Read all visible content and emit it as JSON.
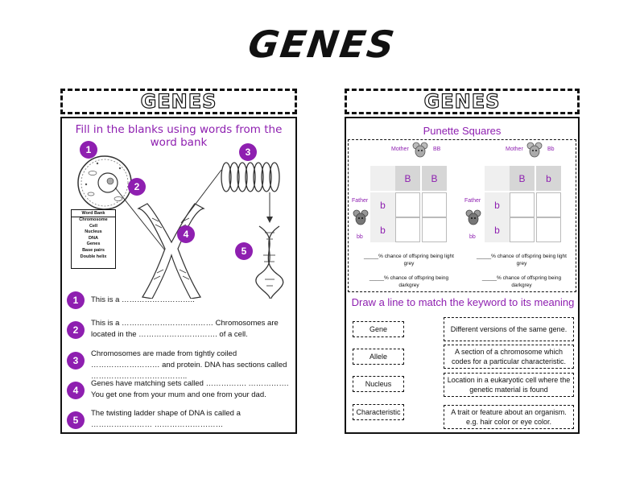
{
  "title": "GENES",
  "left_sheet": {
    "banner": "GENES",
    "instruction": "Fill in the blanks using words from the word bank",
    "markers": [
      "1",
      "2",
      "3",
      "4",
      "5"
    ],
    "word_bank": {
      "title": "Word Bank",
      "items": [
        "Chromosome",
        "Cell",
        "Nucleus",
        "DNA",
        "Genes",
        "Base pairs",
        "Double helix"
      ]
    },
    "questions": [
      {
        "num": "1",
        "text": "This is a ……………………….."
      },
      {
        "num": "2",
        "text": "This is a ……………………………… Chromosomes are located in the …………………………. of a cell."
      },
      {
        "num": "3",
        "text": "Chromosomes are made from tightly coiled ……………………… and protein. DNA has sections called ……………………………….."
      },
      {
        "num": "4",
        "text": "Genes have matching sets called ……………. ……………. You get one from your mum and one from your dad."
      },
      {
        "num": "5",
        "text": "The twisting ladder shape of DNA is called a …………………… ………………………"
      }
    ]
  },
  "right_sheet": {
    "banner": "GENES",
    "punnett_title": "Punette Squares",
    "squares": [
      {
        "mother_label": "Mother",
        "mother_genotype": "BB",
        "father_label": "Father",
        "father_genotype": "bb",
        "top": [
          "B",
          "B"
        ],
        "side": [
          "b",
          "b"
        ],
        "chance_light": "_____% chance of offspring being light grey",
        "chance_dark": "_____% chance of offspring being darkgrey"
      },
      {
        "mother_label": "Mother",
        "mother_genotype": "Bb",
        "father_label": "Father",
        "father_genotype": "bb",
        "top": [
          "B",
          "b"
        ],
        "side": [
          "b",
          "b"
        ],
        "chance_light": "_____% chance of offspring being light grey",
        "chance_dark": "_____% chance of offspring being darkgrey"
      }
    ],
    "match_title": "Draw a line to match the keyword to its meaning",
    "keywords": [
      "Gene",
      "Allele",
      "Nucleus",
      "Characteristic"
    ],
    "meanings": [
      "Different versions of the same gene.",
      "A section of a chromosome which codes for a particular characteristic.",
      "Location in a eukaryotic cell where the genetic material is found",
      "A trait or feature about an organism. e.g. hair color or eye color."
    ]
  }
}
